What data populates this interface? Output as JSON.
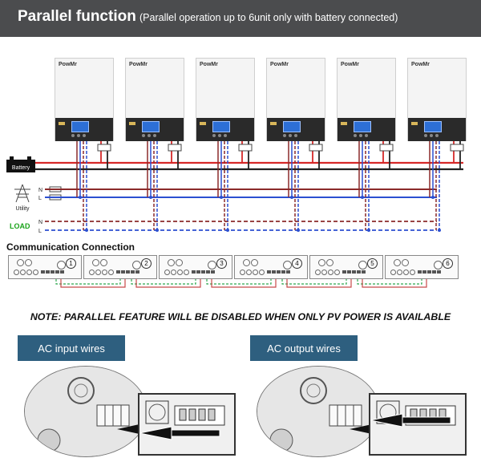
{
  "header": {
    "title": "Parallel function",
    "subtitle": "(Parallel operation up to 6unit only with battery connected)"
  },
  "diagram": {
    "inverter_brand": "PowMr",
    "inverter_count": 6,
    "battery_label": "Battery",
    "utility_label": "Utility",
    "n_label": "N",
    "l_label": "L",
    "load_label": "LOAD",
    "load_n_label": "N",
    "load_l_label": "L"
  },
  "communication": {
    "title": "Communication Connection",
    "units": [
      "1",
      "2",
      "3",
      "4",
      "5",
      "6"
    ]
  },
  "note": "NOTE: PARALLEL FEATURE WILL BE DISABLED WHEN ONLY PV POWER IS AVAILABLE",
  "captions": {
    "ac_input": "AC input wires",
    "ac_output": "AC output wires"
  },
  "colors": {
    "header_bg": "#4b4c4e",
    "caption_bg": "#2e5f7f",
    "battery_positive": "#d62828",
    "battery_negative": "#222222",
    "utility_n": "#8b2a2a",
    "utility_l": "#2b4fd1",
    "load_n": "#8b2a2a",
    "load_l": "#2b4fd1",
    "load_text": "#1aa31a",
    "comm_cable_green": "#2fa84f",
    "comm_cable_red": "#c84a4a"
  }
}
